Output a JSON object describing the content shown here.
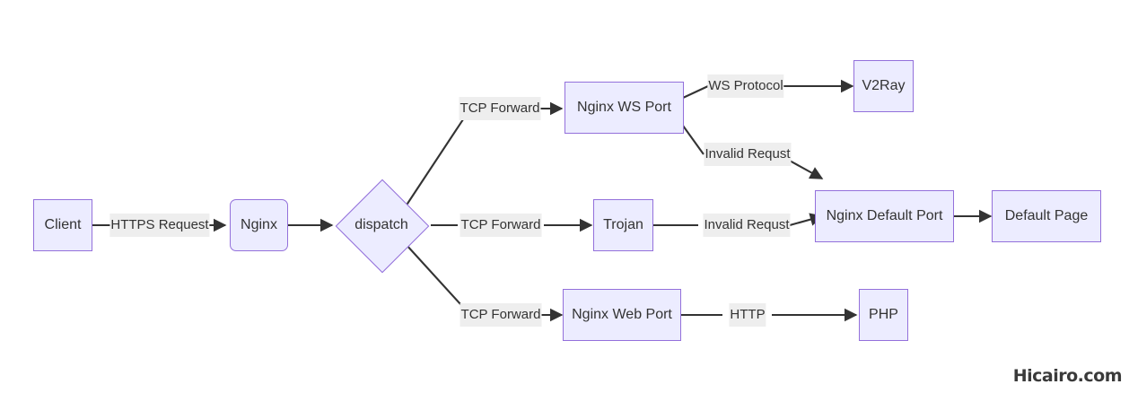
{
  "diagram": {
    "type": "flowchart",
    "direction": "left-to-right",
    "background": "#ffffff",
    "node_fill": "#ECECFF",
    "node_border": "#9370DB",
    "edge_color": "#333333",
    "label_background": "#eeeeee",
    "text_color": "#333333",
    "nodes": [
      {
        "id": "client",
        "label": "Client",
        "shape": "rect"
      },
      {
        "id": "nginx",
        "label": "Nginx",
        "shape": "round-rect"
      },
      {
        "id": "dispatch",
        "label": "dispatch",
        "shape": "diamond"
      },
      {
        "id": "ws_port",
        "label": "Nginx WS Port",
        "shape": "rect"
      },
      {
        "id": "v2ray",
        "label": "V2Ray",
        "shape": "rect"
      },
      {
        "id": "trojan",
        "label": "Trojan",
        "shape": "rect"
      },
      {
        "id": "default_port",
        "label": "Nginx Default Port",
        "shape": "rect"
      },
      {
        "id": "default_page",
        "label": "Default Page",
        "shape": "rect"
      },
      {
        "id": "web_port",
        "label": "Nginx Web Port",
        "shape": "rect"
      },
      {
        "id": "php",
        "label": "PHP",
        "shape": "rect"
      }
    ],
    "edges": [
      {
        "from": "client",
        "to": "nginx",
        "label": "HTTPS Request"
      },
      {
        "from": "nginx",
        "to": "dispatch",
        "label": ""
      },
      {
        "from": "dispatch",
        "to": "ws_port",
        "label": "TCP Forward"
      },
      {
        "from": "dispatch",
        "to": "trojan",
        "label": "TCP Forward"
      },
      {
        "from": "dispatch",
        "to": "web_port",
        "label": "TCP Forward"
      },
      {
        "from": "ws_port",
        "to": "v2ray",
        "label": "WS Protocol"
      },
      {
        "from": "ws_port",
        "to": "default_port",
        "label": "Invalid Requst"
      },
      {
        "from": "trojan",
        "to": "default_port",
        "label": "Invalid Requst"
      },
      {
        "from": "default_port",
        "to": "default_page",
        "label": ""
      },
      {
        "from": "web_port",
        "to": "php",
        "label": "HTTP"
      }
    ]
  },
  "watermark": {
    "text": "Hicairo.com"
  }
}
